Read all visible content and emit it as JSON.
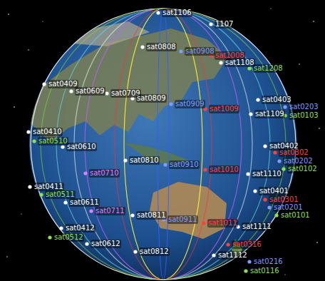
{
  "diagram": {
    "labels": [
      "sat1106",
      "1107",
      "sat0808",
      "sat0908",
      "sat1008",
      "sat1108",
      "sat1208",
      "sat0409",
      "sat0609",
      "sat0709",
      "sat0809",
      "sat0909",
      "sat1009",
      "sat1109",
      "sat0403",
      "sat0203",
      "sat0103",
      "sat0410",
      "sat0510",
      "sat0610",
      "sat0810",
      "sat0910",
      "sat1010",
      "sat1110",
      "sat0402",
      "sat0302",
      "sat0202",
      "sat0102",
      "sat0710",
      "sat0401",
      "sat0301",
      "sat0201",
      "sat0101",
      "sat0411",
      "sat0511",
      "sat0611",
      "sat0711",
      "sat0811",
      "sat0911",
      "sat1011",
      "sat1111",
      "sat0412",
      "sat0512",
      "sat0612",
      "sat0812",
      "sat1112",
      "sat0316",
      "sat0216",
      "sat0116"
    ]
  }
}
